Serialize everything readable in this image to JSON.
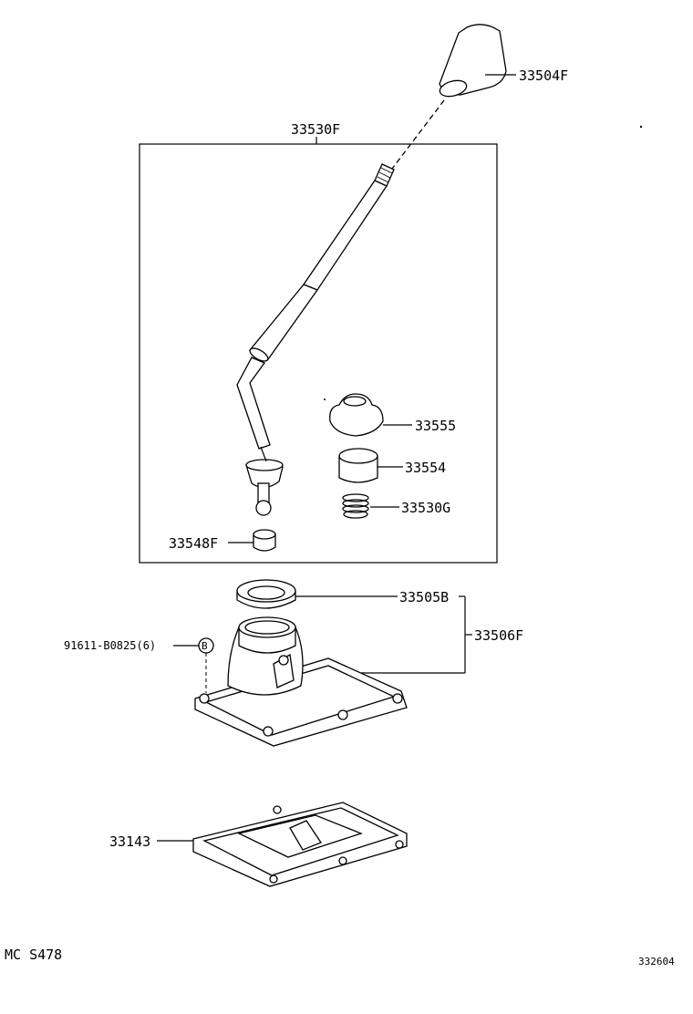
{
  "labels": {
    "knob": "33504F",
    "lever_assy": "33530F",
    "boot": "33555",
    "bushing": "33554",
    "spring": "33530G",
    "seat": "33548F",
    "retainer": "33505B",
    "housing_assy": "33506F",
    "bolt": "91611-B0825(6)",
    "cover": "33143"
  },
  "footer": {
    "left_code": "MC S478",
    "right_code": "332604"
  }
}
